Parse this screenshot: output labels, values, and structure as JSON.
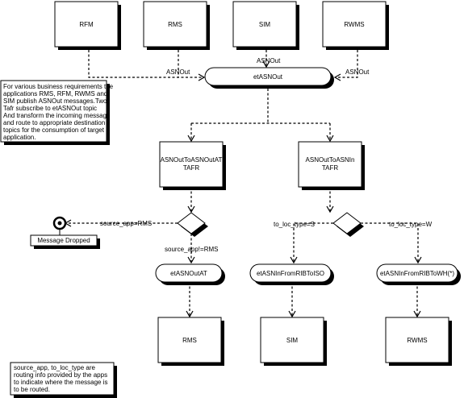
{
  "nodes": {
    "rfm": "RFM",
    "rms_top": "RMS",
    "sim_top": "SIM",
    "rwms_top": "RWMS",
    "etasnout": "etASNOut",
    "tafr_at": [
      "ASNOutToASNOutAT",
      "TAFR"
    ],
    "tafr_in": [
      "ASNOutToASNIn",
      "TAFR"
    ],
    "etasnoutat": "etASNOutAT",
    "etasnin_iso": "etASNInFromRIBToISO",
    "etasnin_wh": "etASNInFromRIBToWH(*)",
    "rms_bottom": "RMS",
    "sim_bottom": "SIM",
    "rwms_bottom": "RWMS",
    "message_dropped": "Message Dropped"
  },
  "labels": {
    "asnout_left": "ASNOut",
    "asnout_center": "ASNOut",
    "asnout_right": "ASNOut",
    "source_app_rms": "source_app=RMS",
    "source_app_not_rms": "source_app!=RMS",
    "to_loc_s": "to_loc_type=S",
    "to_loc_w": "to_loc_type=W"
  },
  "notes": {
    "top": [
      "For various business requirements the",
      "applications RMS, RFM, RWMS and",
      "SIM publish ASNOut messages.Two",
      "Tafr subscribe to etASNOut topic",
      "And transform the incoming message",
      "and route to appropriate destination",
      "topics for the consumption of target",
      "application."
    ],
    "bottom": [
      "source_app, to_loc_type are",
      "routing info provided by the apps",
      "to indicate where the message is",
      "to be routed."
    ]
  }
}
